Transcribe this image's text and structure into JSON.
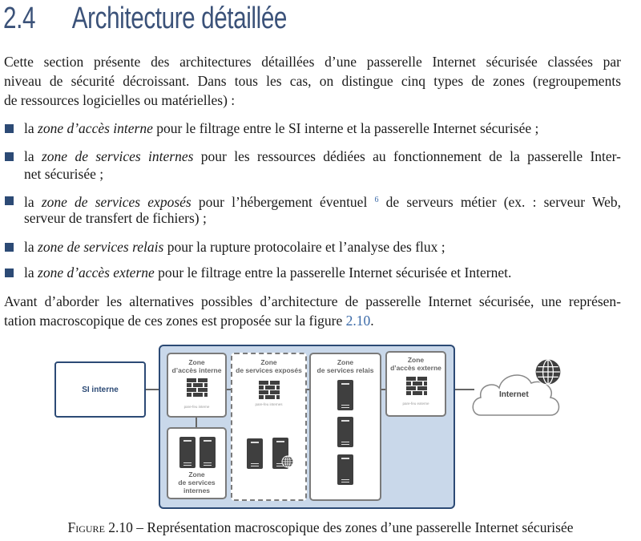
{
  "section": {
    "number": "2.4",
    "title": "Architecture détaillée"
  },
  "intro": [
    "Cette section présente des architectures détaillées d’une passerelle Internet sécurisée classées par",
    "niveau de sécurité décroissant. Dans tous les cas, on distingue cinq types de zones (regroupements",
    "de ressources logicielles ou matérielles) :"
  ],
  "bullets": [
    {
      "pre": "la ",
      "em": "zone d’accès interne",
      "lines": [
        " pour le filtrage entre le SI interne et la passerelle Internet sécurisée ;"
      ]
    },
    {
      "pre": "la ",
      "em": "zone de services internes",
      "lines": [
        " pour les ressources dédiées au fonctionnement de la passerelle Inter-",
        "net sécurisée ;"
      ]
    },
    {
      "pre": "la ",
      "em": "zone de services exposés",
      "lines": [
        " pour l’hébergement éventuel ",
        "de serveurs métier (ex. : serveur Web,",
        "serveur de transfert de fichiers) ;"
      ],
      "footnote": "6"
    },
    {
      "pre": "la ",
      "em": "zone de services relais",
      "lines": [
        " pour la rupture protocolaire et l’analyse des flux ;"
      ]
    },
    {
      "pre": "la ",
      "em": "zone d’accès externe",
      "lines": [
        " pour le filtrage entre la passerelle Internet sécurisée et Internet."
      ]
    }
  ],
  "outro": [
    "Avant d’aborder les alternatives possibles d’architecture de passerelle Internet sécurisée, une représen-",
    "tation macroscopique de ces zones est proposée sur la figure ",
    "2.10",
    "."
  ],
  "diagram": {
    "si": "SI interne",
    "internet": "Internet",
    "z1": [
      "Zone",
      "d’accès interne"
    ],
    "z1fw": "pare-feu interne",
    "z2": [
      "Zone",
      "de services exposés"
    ],
    "z2fw": "pare-feu internes",
    "z3": [
      "Zone",
      "de services relais"
    ],
    "z4": [
      "Zone",
      "d’accès externe"
    ],
    "z4fw": "pare-feu externe",
    "z5": [
      "Zone",
      "de services",
      "internes"
    ]
  },
  "caption": {
    "label": "Figure 2.10",
    "text": " – Représentation macroscopique des zones d’une passerelle Internet sécurisée"
  }
}
